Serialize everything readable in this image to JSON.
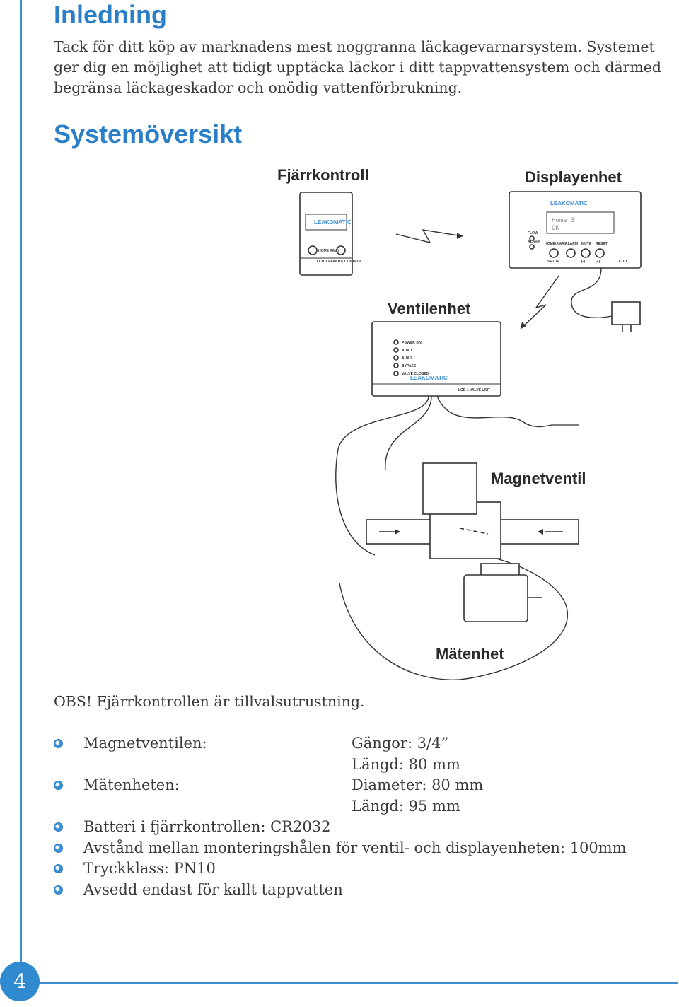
{
  "page": {
    "number": "4"
  },
  "intro": {
    "heading": "Inledning",
    "text": "Tack för ditt köp av marknadens mest noggranna läckagevarnarsystem. Systemet ger dig en möjlighet att tidigt upptäcka läckor i ditt tappvattensystem och därmed begränsa läckageskador och onödig vattenförbrukning."
  },
  "overview": {
    "heading": "Systemöversikt",
    "labels": {
      "remote": "Fjärrkontroll",
      "display": "Displayenhet",
      "valve_unit": "Ventilenhet",
      "solenoid": "Magnetventil",
      "meter": "Mätenhet"
    },
    "device_text": {
      "brand": "LEAKOMATIC",
      "remote_buttons": "HOME   AWAY",
      "remote_model": "LCD-1 REMOTE CONTROL",
      "display_screen_line1": "Home   3",
      "display_screen_line2": "OK",
      "display_flow": "FLOW",
      "display_alarm": "ALARM",
      "display_btn1": "HOME/AWAY",
      "display_btn2": "ALARM",
      "display_btn3": "MUTE",
      "display_btn4": "RESET",
      "display_setup": "SETUP",
      "display_minus": "(-)",
      "display_plus": "(+)",
      "display_model": "LCD-1",
      "valve_leds": [
        "POWER ON",
        "AUX 1",
        "AUX 2",
        "BYPASS",
        "VALVE CLOSED"
      ],
      "valve_model": "LCD-1 VALVE UNIT"
    }
  },
  "note": "OBS! Fjärrkontrollen är tillvalsutrustning.",
  "specs": [
    {
      "label": "Magnetventilen:",
      "value": "Gängor: 3/4”",
      "bullet": true
    },
    {
      "label": "",
      "value": "Längd: 80 mm",
      "bullet": false
    },
    {
      "label": "Mätenheten:",
      "value": "Diameter: 80 mm",
      "bullet": true
    },
    {
      "label": "",
      "value": "Längd: 95 mm",
      "bullet": false
    },
    {
      "label": "Batteri i fjärrkontrollen: CR2032",
      "value": "",
      "bullet": true
    },
    {
      "label": "Avstånd mellan monteringshålen för ventil- och displayenheten: 100mm",
      "value": "",
      "bullet": true
    },
    {
      "label": "Tryckklass: PN10",
      "value": "",
      "bullet": true
    },
    {
      "label": "Avsedd endast för kallt tappvatten",
      "value": "",
      "bullet": true
    }
  ],
  "colors": {
    "accent": "#2b7fc8",
    "rule": "#3d8fd1",
    "text": "#3a3a3a"
  }
}
